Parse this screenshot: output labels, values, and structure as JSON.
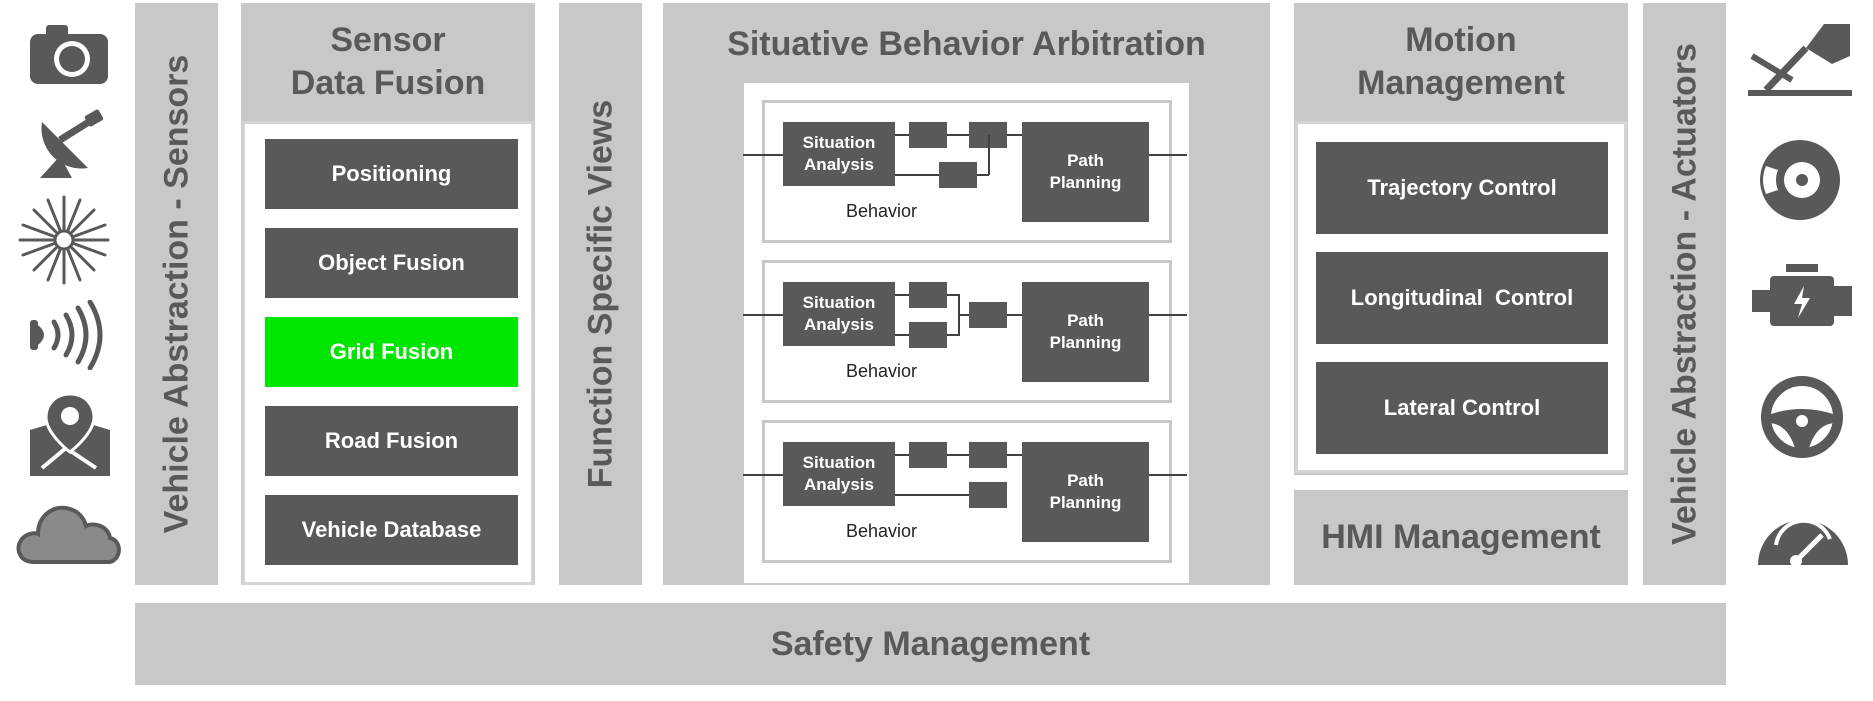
{
  "sensors_label": "Vehicle Abstraction - Sensors",
  "actuators_label": "Vehicle Abstraction - Actuators",
  "sensor_fusion": {
    "title_line1": "Sensor",
    "title_line2": "Data Fusion",
    "items": [
      "Positioning",
      "Object Fusion",
      "Grid Fusion",
      "Road Fusion",
      "Vehicle Database"
    ],
    "highlight_color": "#00e600"
  },
  "function_views_label": "Function Specific Views",
  "arbitration": {
    "title": "Situative Behavior Arbitration",
    "behaviors": [
      {
        "analysis_line1": "Situation",
        "analysis_line2": "Analysis",
        "planning_line1": "Path",
        "planning_line2": "Planning",
        "label": "Behavior"
      },
      {
        "analysis_line1": "Situation",
        "analysis_line2": "Analysis",
        "planning_line1": "Path",
        "planning_line2": "Planning",
        "label": "Behavior"
      },
      {
        "analysis_line1": "Situation",
        "analysis_line2": "Analysis",
        "planning_line1": "Path",
        "planning_line2": "Planning",
        "label": "Behavior"
      }
    ]
  },
  "motion": {
    "title_line1": "Motion",
    "title_line2": "Management",
    "items": [
      "Trajectory Control",
      "Longitudinal  Control",
      "Lateral Control"
    ]
  },
  "hmi_label": "HMI Management",
  "safety_label": "Safety Management",
  "sensor_icons": [
    "camera-icon",
    "radar-dish-icon",
    "lidar-icon",
    "ultrasonic-icon",
    "map-pin-icon",
    "cloud-icon"
  ],
  "actuator_icons": [
    "pedal-icon",
    "brake-disc-icon",
    "engine-icon",
    "steering-wheel-icon",
    "speedometer-icon"
  ],
  "colors": {
    "panel": "#c8c8c8",
    "box": "#595959",
    "text": "#595959",
    "highlight": "#00e600"
  }
}
